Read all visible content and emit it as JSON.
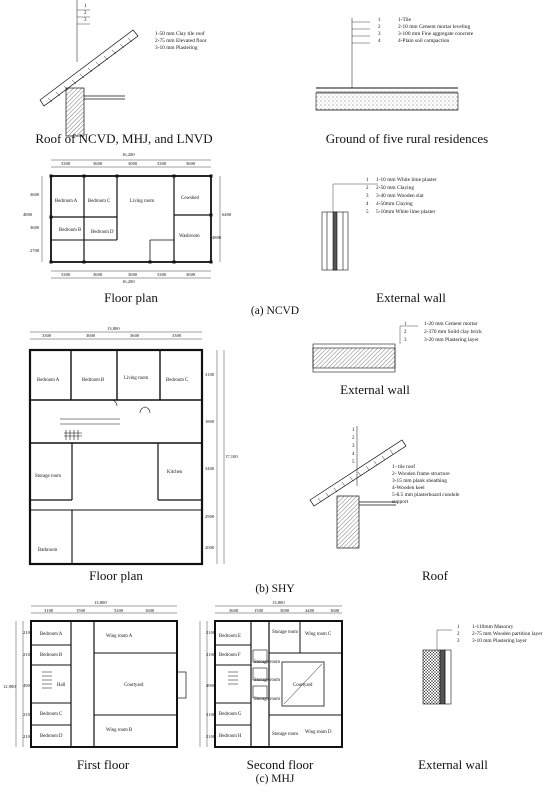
{
  "ncvd": {
    "roof_caption": "Roof of NCVD, MHJ, and LNVD",
    "ground_caption": "Ground of five rural residences",
    "floor_caption": "Floor plan",
    "wall_caption": "External wall",
    "panel_label": "(a) NCVD",
    "roof_layers": [
      "1-50 mm Clay tile roof",
      "2-75 mm Elevated floor",
      "3-10 mm Plastering"
    ],
    "ground_layers": [
      "1-Tile",
      "2-10 mm Cement mortar leveling",
      "3-100 mm Fine aggregate concrete",
      "4-Plain soil compaction"
    ],
    "wall_layers": [
      "1-10 mm White lime plaster",
      "2-50 mm Claying",
      "3-40 mm Wooden slat",
      "4-50mm Claying",
      "5-10mm White lime plaster"
    ],
    "dims_top": [
      "16,200",
      "3300",
      "3600",
      "3000",
      "3300",
      "3600"
    ],
    "dims_bottom": [
      "3300",
      "3600",
      "3000",
      "3300",
      "3600",
      "16,200"
    ],
    "dims_left": [
      "3600",
      "3600",
      "2700",
      "4800"
    ],
    "dims_right": [
      "6400",
      "4800"
    ],
    "rooms": [
      "Bedroom A",
      "Bedroom C",
      "Living room",
      "Cowshed",
      "Bedroom B",
      "Bedroom D",
      "Washroom"
    ]
  },
  "shy": {
    "floor_caption": "Floor plan",
    "wall_caption": "External wall",
    "roof_caption": "Roof",
    "panel_label": "(b) SHY",
    "wall_layers": [
      "1-20 mm Cement mortar",
      "2-370 mm Solid clay brick",
      "3-20 mm Plastering layer"
    ],
    "roof_layers": [
      "1- tile roof",
      "2- Wooden frame structure",
      "3-15 mm plank sheathing",
      "4-Wooden keel",
      "5-8.5 mm plasterboard condole",
      "support"
    ],
    "dims_top": [
      "13,800",
      "3300",
      "3600",
      "3600",
      "3300"
    ],
    "dims_right": [
      "3100",
      "1800",
      "3400",
      "17,100",
      "2900",
      "2000"
    ],
    "rooms": [
      "Bedroom A",
      "Bedroom B",
      "Living room",
      "Bedroom C",
      "Storage room",
      "Kitchen",
      "Bathroom"
    ]
  },
  "mhj": {
    "first_caption": "First floor",
    "second_caption": "Second floor",
    "wall_caption": "External wall",
    "panel_label": "(c) MHJ",
    "wall_layers": [
      "1-110mm Masonry",
      "2-75 mm Wooden partition layer",
      "3-10 mm Plastering layer"
    ],
    "f1_dims_top": [
      "13,800",
      "3100",
      "1500",
      "5200",
      "1600"
    ],
    "f1_dims_left": [
      "2100",
      "2100",
      "4900",
      "2100",
      "2100"
    ],
    "f1_dim_total": "12,900",
    "f1_rooms": [
      "Bedroom A",
      "Bedroom B",
      "Hall",
      "Wing room A",
      "Courtyard",
      "Bedroom C",
      "Bedroom D",
      "Wing room B"
    ],
    "f2_dims_top": [
      "13,800",
      "3600",
      "1500",
      "3000",
      "4400",
      "1600"
    ],
    "f2_dims_left": [
      "2100",
      "2100",
      "4900",
      "2100",
      "2100"
    ],
    "f2_rooms": [
      "Bedroom E",
      "Storage room",
      "Wing room C",
      "Bedroom F",
      "Storage room",
      "Storage room",
      "Courtyard",
      "Storage room",
      "Bedroom G",
      "Bedroom H",
      "Storage room",
      "Wing room D"
    ]
  },
  "layer_numbers": [
    "1",
    "2",
    "3",
    "4",
    "5"
  ]
}
